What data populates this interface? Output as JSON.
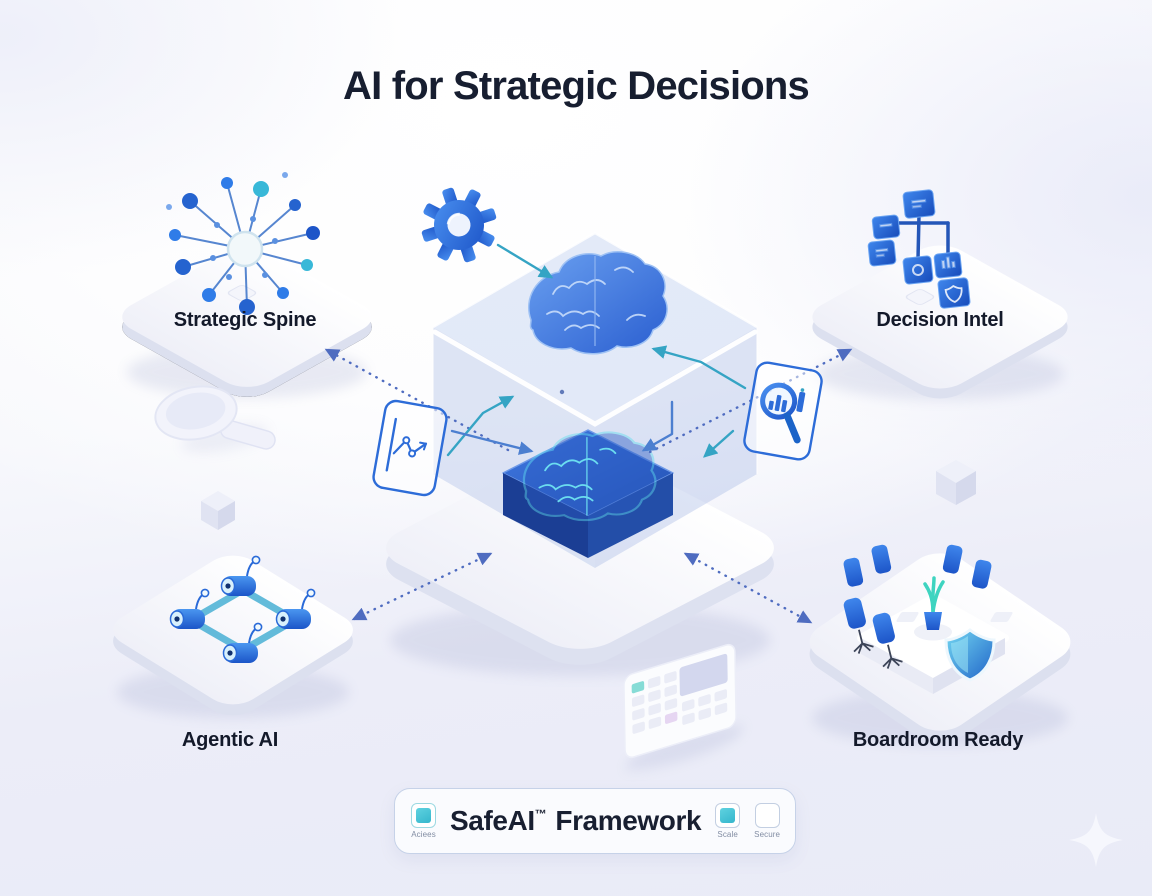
{
  "title": "AI for Strategic Decisions",
  "platforms": {
    "strategic_spine": {
      "label": "Strategic Spine",
      "icon": "network-graph-icon"
    },
    "decision_intel": {
      "label": "Decision Intel",
      "icon": "org-chart-icon"
    },
    "agentic_ai": {
      "label": "Agentic AI",
      "icon": "robot-agents-icon"
    },
    "boardroom_ready": {
      "label": "Boardroom Ready",
      "icon": "boardroom-table-icon"
    }
  },
  "center": {
    "icons": [
      "gear-icon",
      "line-chart-card-icon",
      "magnifier-bar-chart-card-icon",
      "brain-upper",
      "brain-lower"
    ]
  },
  "decorations": [
    "magnifying-glass-3d",
    "calculator-3d",
    "small-cube-left",
    "small-cube-right",
    "sparkle"
  ],
  "footer": {
    "brand": "SafeAI",
    "trademark": "™",
    "suffix": "Framework",
    "chips": [
      {
        "label": "Aciees",
        "style": "filled"
      },
      {
        "label": "Scale",
        "style": "filled"
      },
      {
        "label": "Secure",
        "style": "outline"
      }
    ]
  },
  "colors": {
    "ink": "#171e30",
    "primary_blue": "#2d6cd8",
    "deep_blue": "#1b4fc0",
    "teal": "#3fc8da",
    "arrow_teal": "#35a4c4",
    "arrow_navy": "#4f6cc0",
    "background_lavender": "#eaecf8",
    "platform_white": "#ffffff"
  }
}
